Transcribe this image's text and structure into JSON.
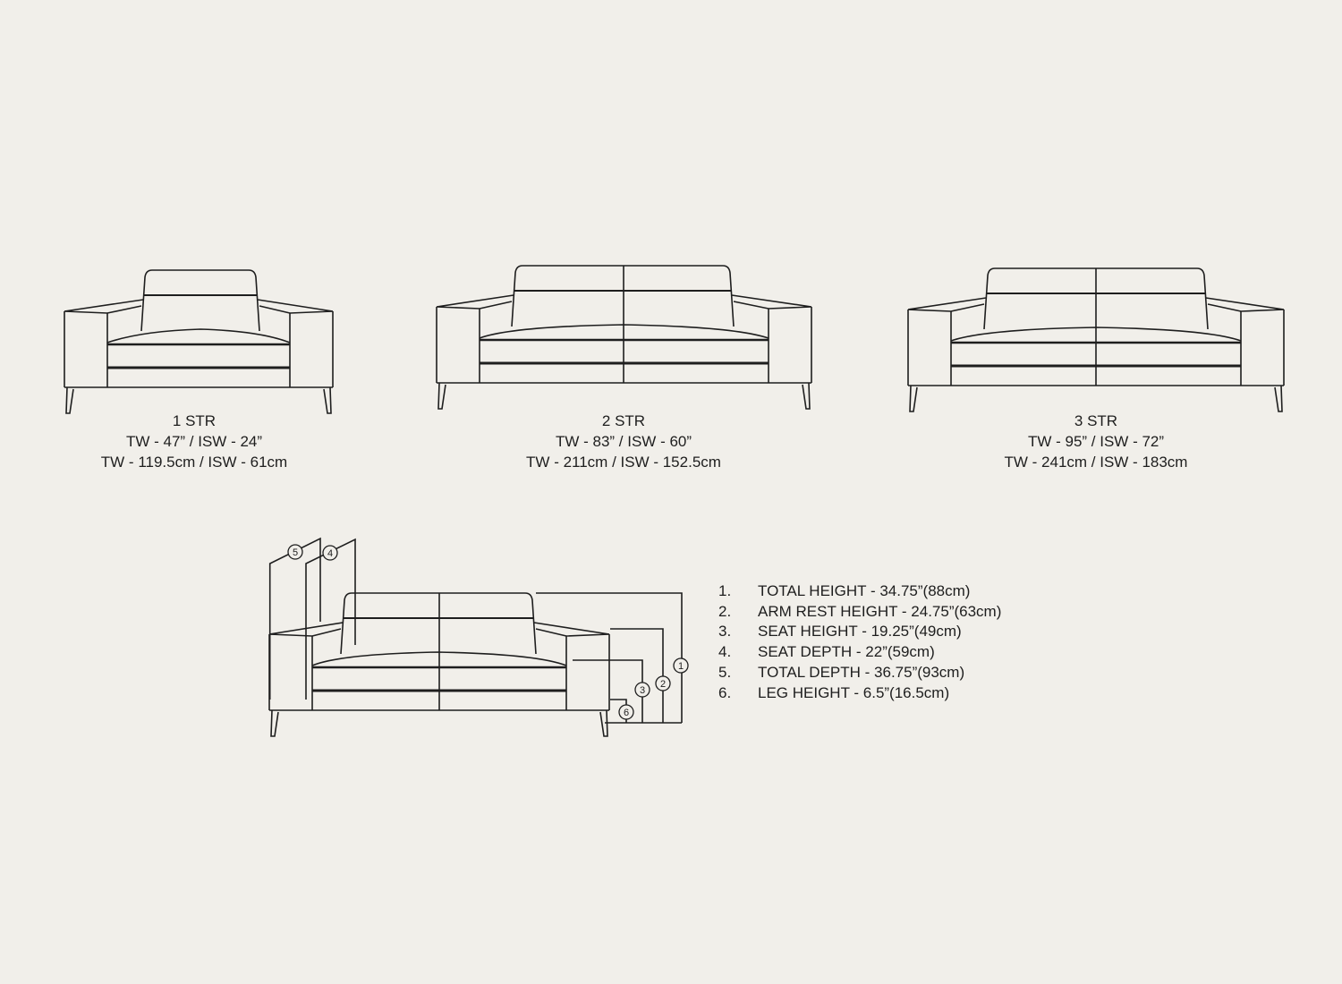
{
  "colors": {
    "background": "#f1efea",
    "line": "#1e1e1e"
  },
  "sofas": [
    {
      "name": "1 STR",
      "imperial": "TW - 47” / ISW - 24”",
      "metric": "TW - 119.5cm / ISW - 61cm"
    },
    {
      "name": "2 STR",
      "imperial": "TW - 83” / ISW - 60”",
      "metric": "TW - 211cm / ISW - 152.5cm"
    },
    {
      "name": "3 STR",
      "imperial": "TW - 95” / ISW - 72”",
      "metric": "TW - 241cm / ISW - 183cm"
    }
  ],
  "dimension_markers": [
    "1",
    "2",
    "3",
    "4",
    "5",
    "6"
  ],
  "legend": [
    {
      "num": "1.",
      "text": "TOTAL HEIGHT - 34.75”(88cm)"
    },
    {
      "num": "2.",
      "text": "ARM REST HEIGHT - 24.75”(63cm)"
    },
    {
      "num": "3.",
      "text": "SEAT HEIGHT - 19.25”(49cm)"
    },
    {
      "num": "4.",
      "text": "SEAT DEPTH - 22”(59cm)"
    },
    {
      "num": "5.",
      "text": "TOTAL DEPTH - 36.75”(93cm)"
    },
    {
      "num": "6.",
      "text": "LEG HEIGHT - 6.5”(16.5cm)"
    }
  ]
}
